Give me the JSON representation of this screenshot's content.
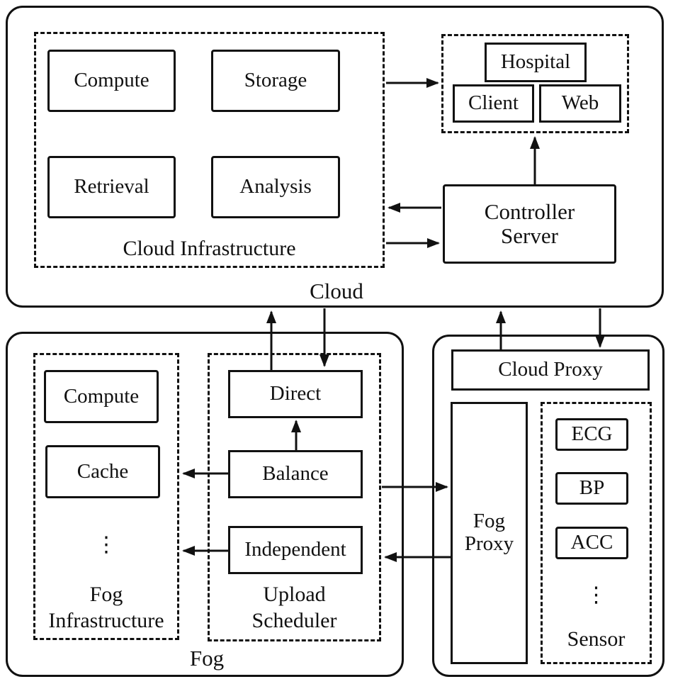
{
  "cloud": {
    "label": "Cloud",
    "infrastructure": {
      "label": "Cloud Infrastructure",
      "compute": "Compute",
      "storage": "Storage",
      "retrieval": "Retrieval",
      "analysis": "Analysis"
    },
    "hospital_group": {
      "hospital": "Hospital",
      "client": "Client",
      "web": "Web"
    },
    "controller_server": "Controller\nServer"
  },
  "fog": {
    "label": "Fog",
    "infrastructure": {
      "label": "Fog\nInfrastructure",
      "compute": "Compute",
      "cache": "Cache",
      "ellipsis": "⋮"
    },
    "upload_scheduler": {
      "label": "Upload\nScheduler",
      "direct": "Direct",
      "balance": "Balance",
      "independent": "Independent"
    }
  },
  "edge": {
    "cloud_proxy": "Cloud Proxy",
    "fog_proxy": "Fog\nProxy",
    "sensor": {
      "label": "Sensor",
      "ecg": "ECG",
      "bp": "BP",
      "acc": "ACC",
      "ellipsis": "⋮"
    }
  },
  "connections": [
    {
      "from": "cloud-infrastructure",
      "to": "hospital-group"
    },
    {
      "from": "controller-server",
      "to": "cloud-infrastructure"
    },
    {
      "from": "cloud-infrastructure",
      "to": "controller-server"
    },
    {
      "from": "controller-server",
      "to": "hospital-group"
    },
    {
      "from": "direct",
      "to": "cloud"
    },
    {
      "from": "cloud",
      "to": "direct"
    },
    {
      "from": "balance",
      "to": "direct"
    },
    {
      "from": "balance",
      "to": "fog-infrastructure"
    },
    {
      "from": "independent",
      "to": "fog-infrastructure"
    },
    {
      "from": "upload-scheduler",
      "to": "fog-proxy"
    },
    {
      "from": "fog-proxy",
      "to": "upload-scheduler"
    },
    {
      "from": "cloud-proxy",
      "to": "cloud"
    },
    {
      "from": "cloud",
      "to": "cloud-proxy"
    }
  ]
}
